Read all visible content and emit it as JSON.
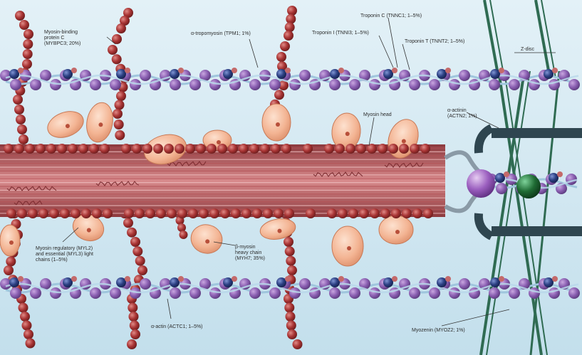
{
  "labels": {
    "mybpc3": [
      "Myosin-binding",
      "protein C",
      "(MYBPC3; 20%)"
    ],
    "tpm1": "α-tropomyosin (TPM1; 1%)",
    "tnnc1": "Troponin C (TNNC1; 1–5%)",
    "tnni3": "Troponin I (TNNI3; 1–5%)",
    "tnnt2": "Troponin T (TNNT2; 1–5%)",
    "zdisc": "Z-disc",
    "myosin_head": "Myosin head",
    "actn2": [
      "α-actinin",
      "(ACTN2; 1%)"
    ],
    "myl": [
      "Myosin regulatory (MYL2)",
      "and essential (MYL3) light",
      "chains (1–5%)"
    ],
    "myh7": [
      "β-myosin",
      "heavy chain",
      "(MYH7; 35%)"
    ],
    "actc1": "α-actin (ACTC1; 1–5%)",
    "myoz2": "Myozenin (MYOZ2; 1%)"
  },
  "colors": {
    "background": "#cfe7f1",
    "actin_bead": "#8a5fb1",
    "troponin_bead": "#2b3f82",
    "tropomyosin_strand": "#9fc6dd",
    "myosin_bead": "#a83434",
    "myosin_head": "#f3b493",
    "thick_filament": "#c0666a",
    "z_disc": "#2f6b52",
    "actinin_ball": "#9b5fbf",
    "myozenin_ball": "#1f6b34",
    "connector": "#8a9aa6"
  }
}
